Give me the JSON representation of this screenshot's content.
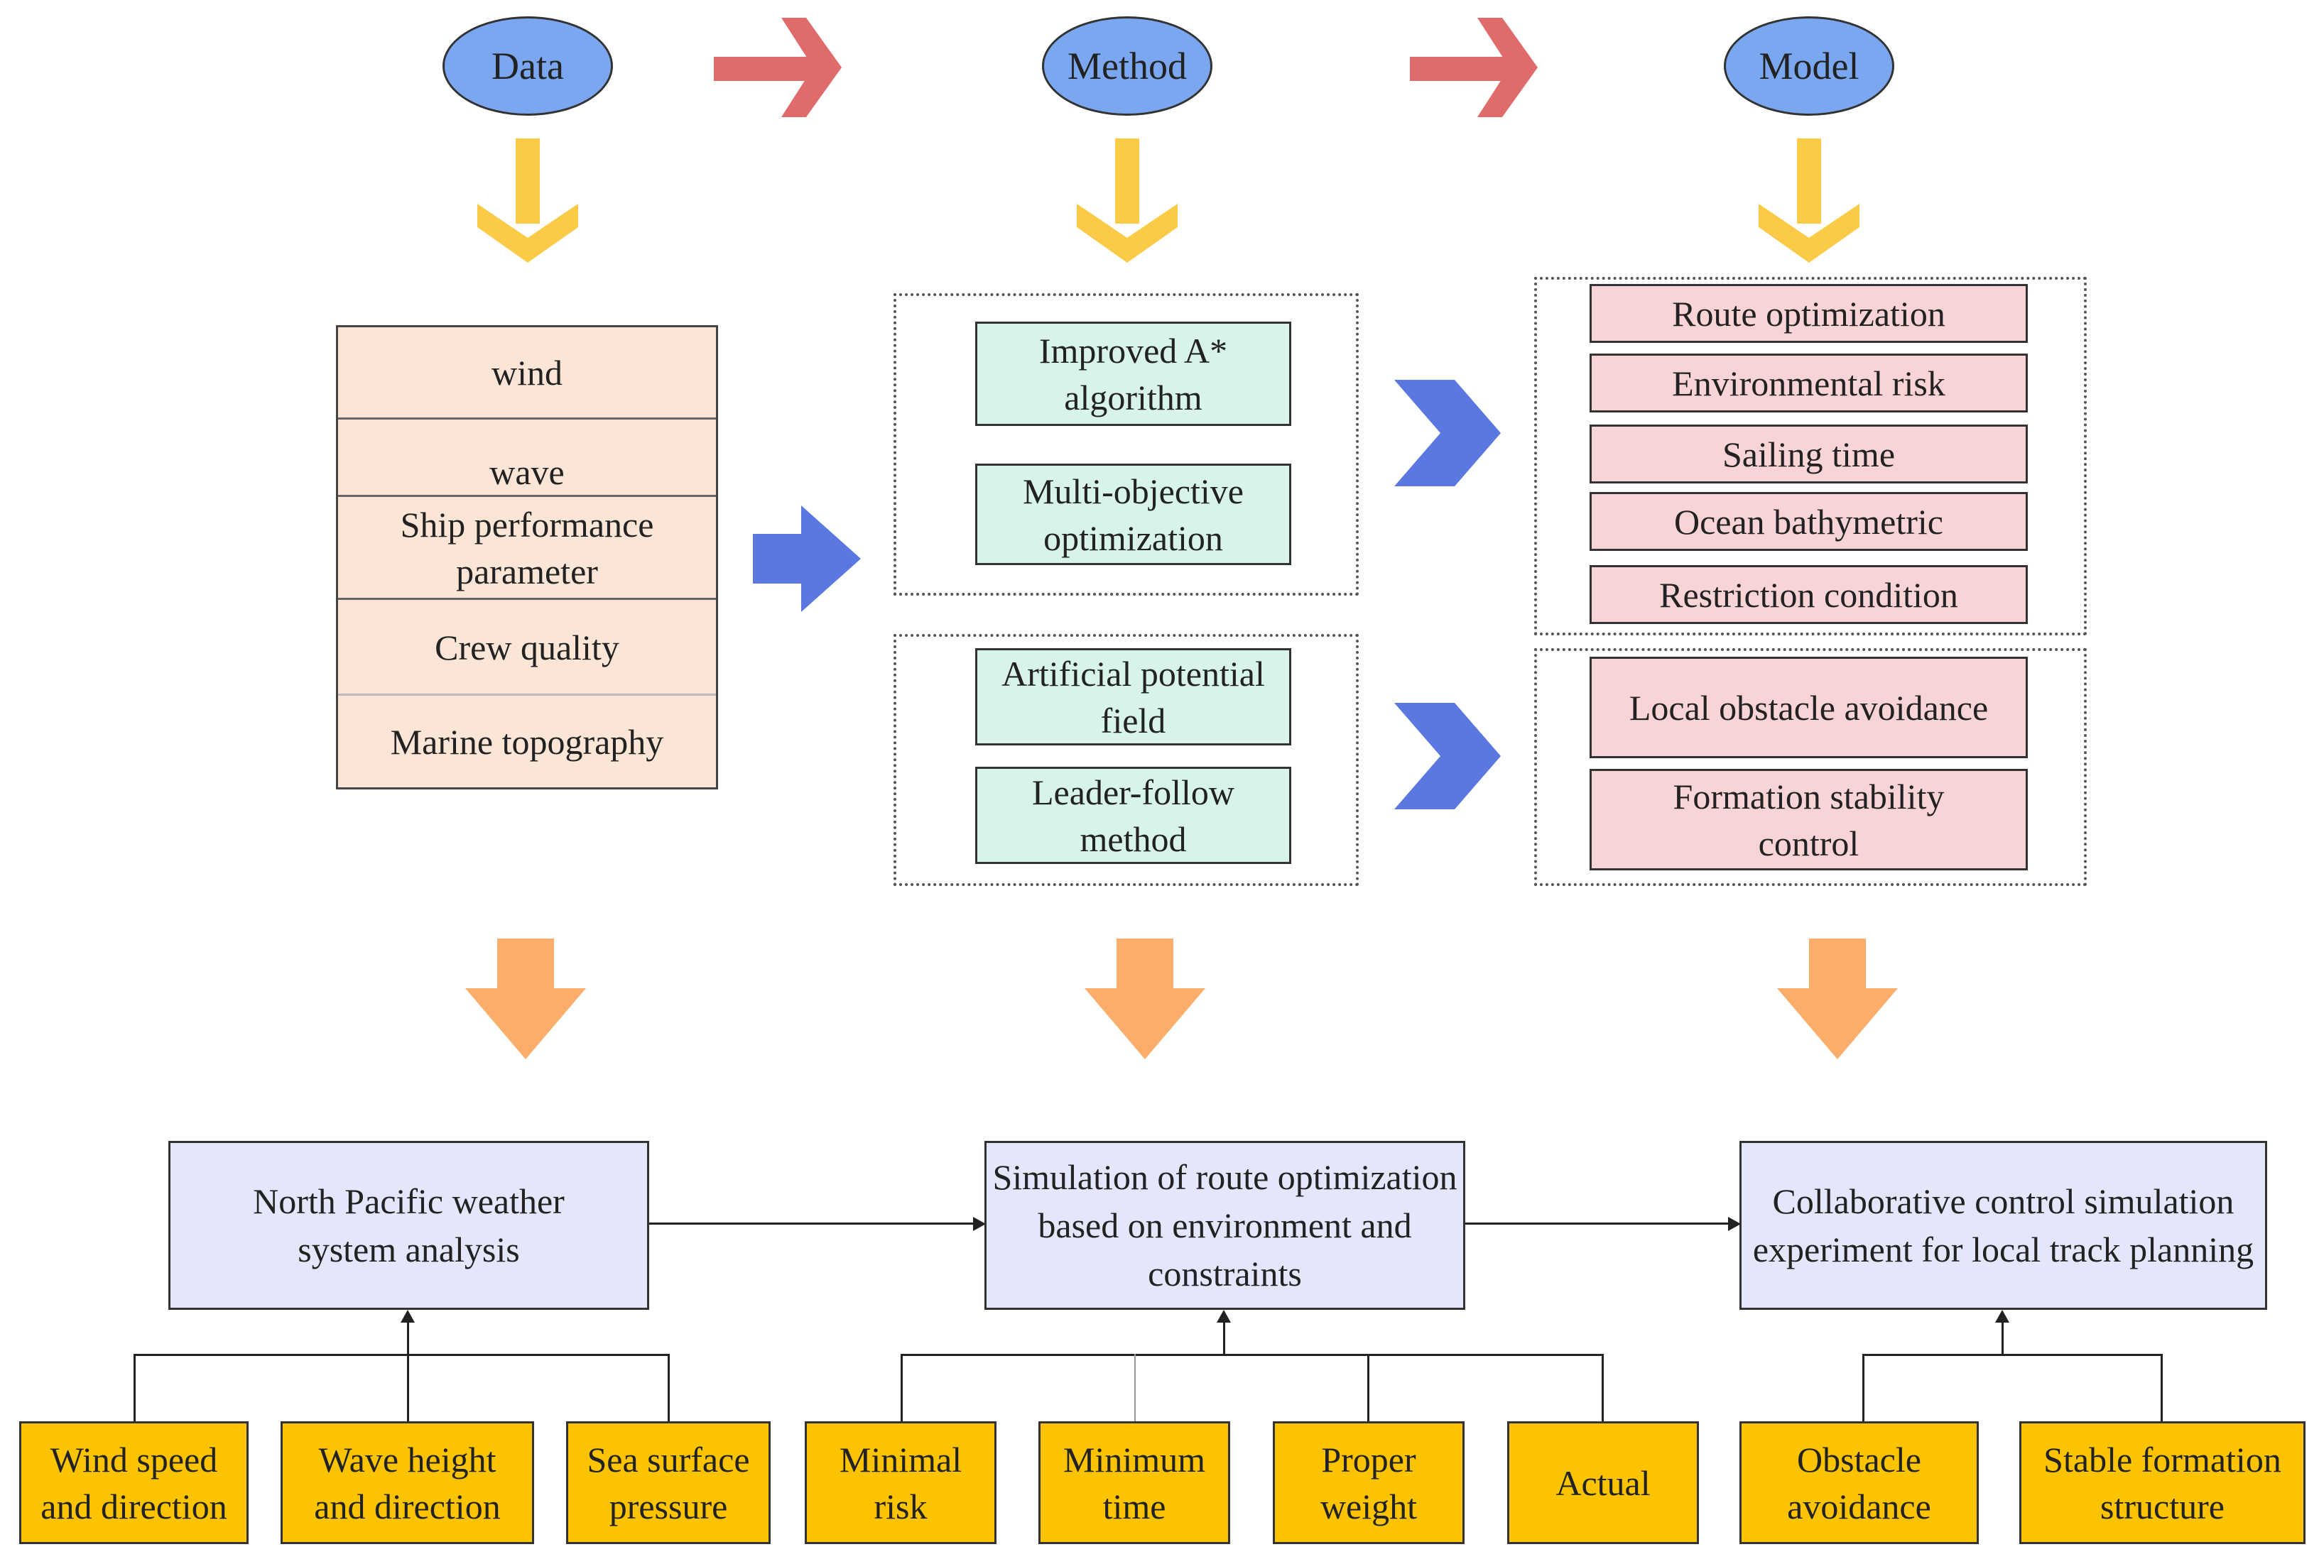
{
  "header": {
    "data": "Data",
    "method": "Method",
    "model": "Model"
  },
  "data_items": [
    "wind",
    "wave",
    "Ship performance parameter",
    "Crew quality",
    "Marine topography"
  ],
  "method_top": [
    "Improved A* algorithm",
    "Multi-objective optimization"
  ],
  "method_bottom": [
    "Artificial potential field",
    "Leader-follow method"
  ],
  "model_top": [
    "Route optimization",
    "Environmental risk",
    "Sailing time",
    "Ocean bathymetric",
    "Restriction condition"
  ],
  "model_bottom": [
    "Local obstacle avoidance",
    "Formation stability control"
  ],
  "results": [
    "North Pacific weather system analysis",
    "Simulation of route optimization based on environment and constraints",
    "Collaborative control simulation experiment for local track planning"
  ],
  "factors_weather": [
    "Wind speed and direction",
    "Wave height and direction",
    "Sea surface pressure"
  ],
  "factors_route": [
    "Minimal risk",
    "Minimum time",
    "Proper weight",
    "Actual"
  ],
  "factors_control": [
    "Obstacle avoidance",
    "Stable formation structure"
  ],
  "colors": {
    "ellipse": "#7aa7ef",
    "red_arrow": "#e06b6b",
    "yellow_arrow": "#fbcb48",
    "blue_arrow": "#5b78e0",
    "orange_arrow": "#fbae6b",
    "data_fill": "#fbe5d6",
    "method_fill": "#d7f3ec",
    "model_fill": "#f9d4d6",
    "result_fill": "#e4e6fb",
    "factor_fill": "#fbc300"
  }
}
